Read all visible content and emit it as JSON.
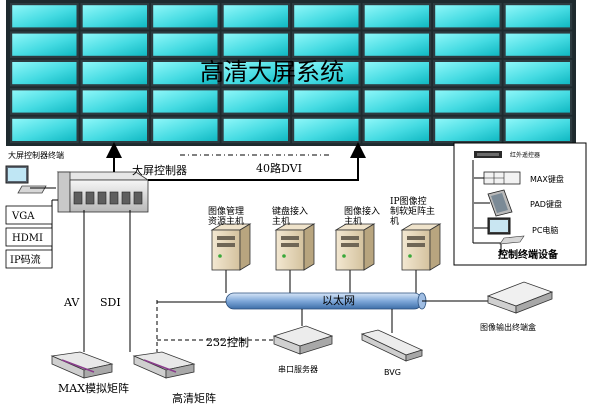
{
  "video_wall": {
    "title": "高清大屏系统",
    "rows": 5,
    "cols": 8,
    "bezel_color": "#1e2a2e",
    "screen_color_light": "#7ef3f6",
    "screen_color_dark": "#17c3cc"
  },
  "controller": {
    "caption": "大屏控制器终端",
    "box_label": "大屏控制器",
    "link_label": "40路DVI"
  },
  "input_labels": [
    "VGA",
    "HDMI",
    "IP码流"
  ],
  "side_labels": {
    "av": "AV",
    "sdi": "SDI"
  },
  "hosts": [
    {
      "label": "图像管理资源主机"
    },
    {
      "label": "键盘接入主机"
    },
    {
      "label": "图像接入主机"
    },
    {
      "label": "IP图像控制软矩阵主机"
    }
  ],
  "ethernet_label": "以太网",
  "control_232_label": "232控制",
  "devices": {
    "max_matrix": "MAX模拟矩阵",
    "hd_matrix": "高清矩阵",
    "serial_server": "串口服务器",
    "bvg": "BVG",
    "output_box": "图像输出终端盒"
  },
  "terminal_panel": {
    "title": "控制终端设备",
    "items": [
      {
        "label": "红外遥控器",
        "icon": "remote-control-icon"
      },
      {
        "label": "MAX键盘",
        "icon": "keyboard-icon"
      },
      {
        "label": "PAD键盘",
        "icon": "tablet-icon"
      },
      {
        "label": "PC电脑",
        "icon": "pc-icon"
      }
    ]
  }
}
